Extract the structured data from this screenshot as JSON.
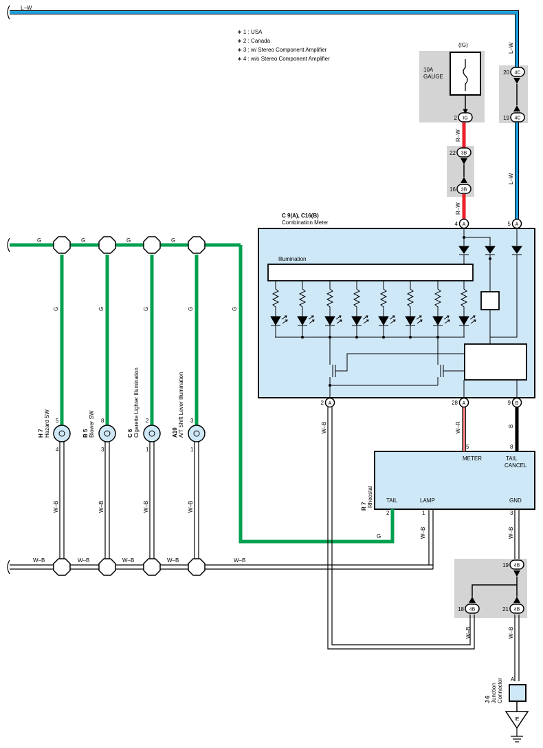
{
  "notes": [
    "∗ 1 : USA",
    "∗ 2 : Canada",
    "∗ 3 : w/ Stereo Component Amplifier",
    "∗ 4 : w/o Stereo Component Amplifier"
  ],
  "wires": {
    "top_lw": "L–W",
    "lw_a": "L–W",
    "lw_b": "L–W",
    "rw_a": "R–W",
    "rw_b": "R–W",
    "wr": "W–R",
    "b": "B",
    "g_top_1": "G",
    "g_top_2": "G",
    "g_top_3": "G",
    "g_top_4": "G",
    "g_vert_1": "G",
    "g_vert_2": "G",
    "g_vert_3": "G",
    "g_vert_4": "G",
    "g_right": "G",
    "g_bottom": "G",
    "wb_vert_1": "W–B",
    "wb_vert_2": "W–B",
    "wb_vert_3": "W–B",
    "wb_vert_4": "W–B",
    "wb_bus_1": "W–B",
    "wb_bus_2": "W–B",
    "wb_bus_3": "W–B",
    "wb_bus_4": "W–B",
    "wb_bus_5": "W–B",
    "wb_meter2": "W–B",
    "wb_lamp": "W–B",
    "wb_gnd": "W–B",
    "wb_18": "W–B",
    "wb_21": "W–B"
  },
  "fuse": {
    "source": "(IG)",
    "rating": "10A",
    "name": "GAUGE"
  },
  "connectors": {
    "c4c_20": "20",
    "c4c_20_label": "4C",
    "c4c_19": "19",
    "c4c_19_label": "4C",
    "ig_pin": "2",
    "ig_label": "IG",
    "c3b_22": "22",
    "c3b_22_label": "3B",
    "c3b_16": "16",
    "c3b_16_label": "3B",
    "meter_4": "4",
    "meter_4_label": "A",
    "meter_5": "5",
    "meter_5_label": "A",
    "meter_2": "2",
    "meter_2_label": "A",
    "meter_28": "28",
    "meter_28_label": "A",
    "meter_9": "9",
    "meter_9_label": "B",
    "c4b_19": "19",
    "c4b_19_label": "4B",
    "c4b_18": "18",
    "c4b_18_label": "4B",
    "c4b_21": "21",
    "c4b_21_label": "4B",
    "ie_label": "IE"
  },
  "meter": {
    "id": "C 9(A), C16(B)",
    "name": "Combination Meter",
    "illumination": "Illumination"
  },
  "rheostat": {
    "id": "R 7",
    "name": "Rheostat",
    "tail": "TAIL",
    "lamp": "LAMP",
    "gnd": "GND",
    "meter": "METER",
    "tail_cancel_1": "TAIL",
    "tail_cancel_2": "CANCEL",
    "pin_2": "2",
    "pin_1": "1",
    "pin_3": "3",
    "pin_5": "5",
    "pin_8": "8"
  },
  "bulbs": [
    {
      "id": "H 7",
      "name": "Hazard SW",
      "pin_top": "5",
      "pin_bottom": "4"
    },
    {
      "id": "B 5",
      "name": "Blower SW",
      "pin_top": "8",
      "pin_bottom": "3"
    },
    {
      "id": "C 6",
      "name": "Cigarette Lighter Illumination",
      "pin_top": "2",
      "pin_bottom": "1"
    },
    {
      "id": "A10",
      "name": "A/T Shift Lever Illumination",
      "pin_top": "3",
      "pin_bottom": "1"
    }
  ],
  "junction": {
    "id": "J 6",
    "name_1": "Junction",
    "name_2": "Connector",
    "pin": "A"
  },
  "colors": {
    "lw": "#1ea0dc",
    "rw": "#e8202a",
    "g": "#00a050",
    "b": "#000000",
    "meter_fill": "#cfe8f7",
    "shade": "#d4d4d4"
  }
}
